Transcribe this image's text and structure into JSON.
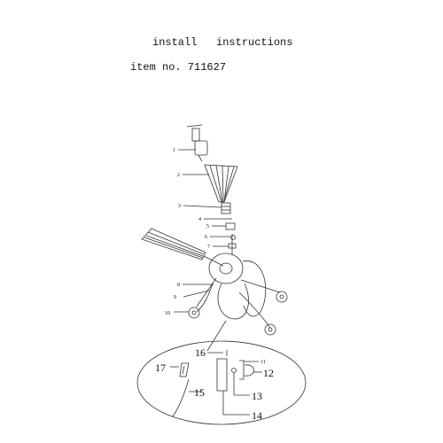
{
  "header": {
    "title": "install   instructions",
    "item_number": "item no. 711627"
  },
  "callouts": [
    "1",
    "2",
    "3",
    "4",
    "5",
    "6",
    "7",
    "8",
    "9",
    "10",
    "11",
    "12",
    "13",
    "14",
    "15",
    "16",
    "17"
  ],
  "colors": {
    "line": "#333333",
    "background": "#ffffff"
  }
}
